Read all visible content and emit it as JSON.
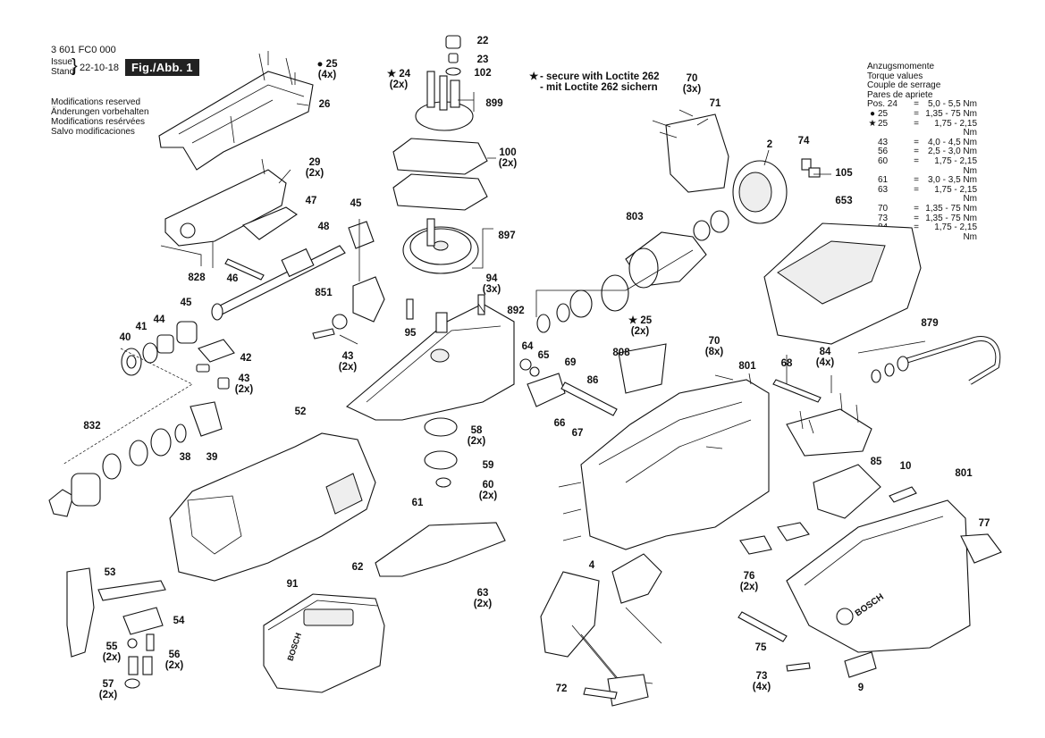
{
  "header": {
    "part_number": "3 601 FC0 000",
    "issue_label": "Issue",
    "stand_label": "Stand",
    "date": "22-10-18",
    "figure_label": "Fig./Abb. 1",
    "modifications": [
      "Modifications reserved",
      "Änderungen vorbehalten",
      "Modifications resérvées",
      "Salvo modificaciones"
    ]
  },
  "note": {
    "symbol": "★",
    "line1": "- secure with Loctite 262",
    "line2": "- mit Loctite 262 sichern"
  },
  "torque": {
    "titles": [
      "Anzugsmomente",
      "Torque values",
      "Couple de serrage",
      "Pares de apriete"
    ],
    "rows": [
      {
        "mark": "",
        "pos": "Pos. 24",
        "eq": "=",
        "val": "5,0 - 5,5 Nm"
      },
      {
        "mark": "●",
        "pos": "25",
        "eq": "=",
        "val": "1,35 - 75 Nm"
      },
      {
        "mark": "★",
        "pos": "25",
        "eq": "=",
        "val": "1,75 - 2,15 Nm"
      },
      {
        "mark": "",
        "pos": "43",
        "eq": "=",
        "val": "4,0 - 4,5 Nm"
      },
      {
        "mark": "",
        "pos": "56",
        "eq": "=",
        "val": "2,5 - 3,0 Nm"
      },
      {
        "mark": "",
        "pos": "60",
        "eq": "=",
        "val": "1,75 - 2,15 Nm"
      },
      {
        "mark": "",
        "pos": "61",
        "eq": "=",
        "val": "3,0 - 3,5 Nm"
      },
      {
        "mark": "",
        "pos": "63",
        "eq": "=",
        "val": "1,75 - 2,15 Nm"
      },
      {
        "mark": "",
        "pos": "70",
        "eq": "=",
        "val": "1,35 - 75 Nm"
      },
      {
        "mark": "",
        "pos": "73",
        "eq": "=",
        "val": "1,35 - 75 Nm"
      },
      {
        "mark": "",
        "pos": "84",
        "eq": "=",
        "val": "1,75 - 2,15 Nm"
      }
    ]
  },
  "callouts": [
    {
      "text": "● 25\n(4x)"
    },
    {
      "text": "26"
    },
    {
      "text": "29\n(2x)"
    },
    {
      "text": "47"
    },
    {
      "text": "48"
    },
    {
      "text": "45"
    },
    {
      "text": "828"
    },
    {
      "text": "46"
    },
    {
      "text": "22"
    },
    {
      "text": "23"
    },
    {
      "text": "★ 24\n(2x)"
    },
    {
      "text": "102"
    },
    {
      "text": "899"
    },
    {
      "text": "100\n(2x)"
    },
    {
      "text": "897"
    },
    {
      "text": "94\n(3x)"
    },
    {
      "text": "892"
    },
    {
      "text": "851"
    },
    {
      "text": "45"
    },
    {
      "text": "44"
    },
    {
      "text": "41"
    },
    {
      "text": "40"
    },
    {
      "text": "42"
    },
    {
      "text": "43\n(2x)"
    },
    {
      "text": "43\n(2x)"
    },
    {
      "text": "95"
    },
    {
      "text": "64"
    },
    {
      "text": "65"
    },
    {
      "text": "69"
    },
    {
      "text": "86"
    },
    {
      "text": "66"
    },
    {
      "text": "67"
    },
    {
      "text": "832"
    },
    {
      "text": "38"
    },
    {
      "text": "39"
    },
    {
      "text": "52"
    },
    {
      "text": "58\n(2x)"
    },
    {
      "text": "59"
    },
    {
      "text": "60\n(2x)"
    },
    {
      "text": "61"
    },
    {
      "text": "62"
    },
    {
      "text": "63\n(2x)"
    },
    {
      "text": "53"
    },
    {
      "text": "54"
    },
    {
      "text": "55\n(2x)"
    },
    {
      "text": "56\n(2x)"
    },
    {
      "text": "57\n(2x)"
    },
    {
      "text": "91"
    },
    {
      "text": "70\n(3x)"
    },
    {
      "text": "71"
    },
    {
      "text": "2"
    },
    {
      "text": "74"
    },
    {
      "text": "105"
    },
    {
      "text": "653"
    },
    {
      "text": "803"
    },
    {
      "text": "★ 25\n(2x)"
    },
    {
      "text": "808"
    },
    {
      "text": "70\n(8x)"
    },
    {
      "text": "801"
    },
    {
      "text": "68"
    },
    {
      "text": "84\n(4x)"
    },
    {
      "text": "879"
    },
    {
      "text": "85"
    },
    {
      "text": "10"
    },
    {
      "text": "801"
    },
    {
      "text": "77"
    },
    {
      "text": "76\n(2x)"
    },
    {
      "text": "75"
    },
    {
      "text": "73\n(4x)"
    },
    {
      "text": "9"
    },
    {
      "text": "4"
    },
    {
      "text": "72"
    }
  ],
  "logos": {
    "battery_brand": "BOSCH",
    "housing_brand": "BOSCH"
  }
}
